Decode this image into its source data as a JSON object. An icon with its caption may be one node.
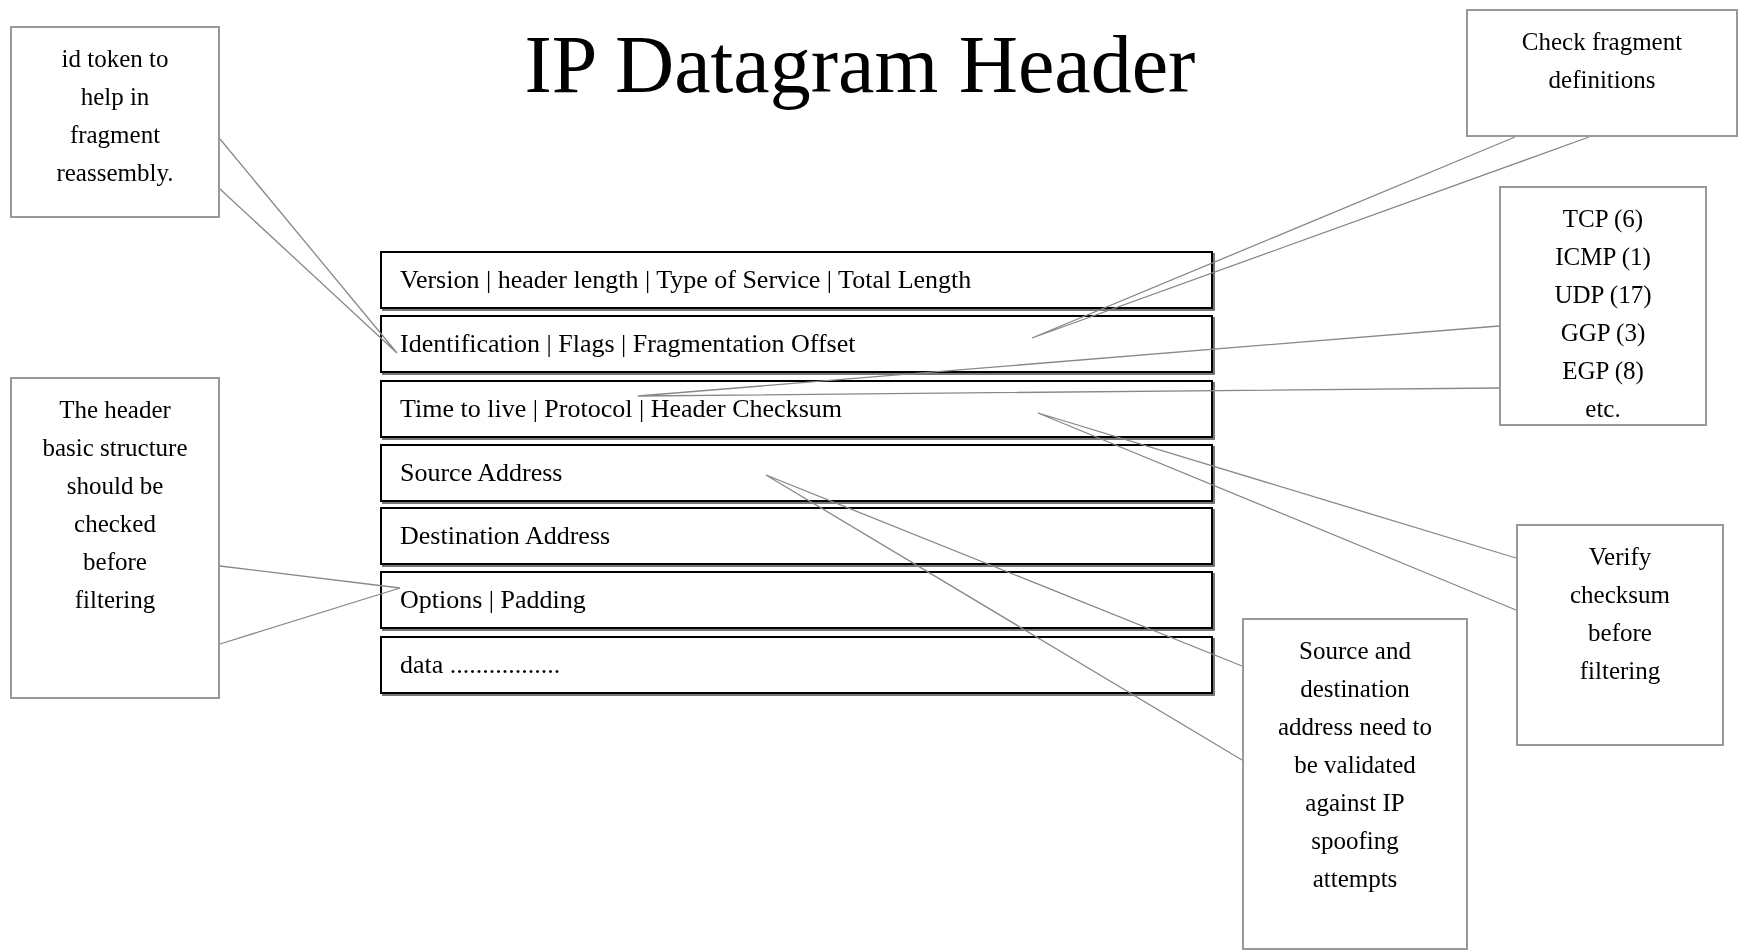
{
  "diagram": {
    "title": "IP Datagram Header",
    "nodes": [
      {
        "text": [
          "id token to help in fragment reassembly."
        ]
      },
      {
        "text": [
          "Check fragment definitions"
        ]
      },
      {
        "text": [
          "TCP (6)",
          "ICMP (1)",
          "UDP (17)",
          "GGP (3)",
          "EGP (8)",
          "etc."
        ]
      },
      {
        "text": [
          "Version | header length | Type of Service | Total Length"
        ]
      },
      {
        "text": [
          "Identification | Flags | Fragmentation Offset"
        ]
      },
      {
        "text": [
          "Time to live | Protocol | Header Checksum"
        ]
      },
      {
        "text": [
          "The header basic structure should be checked before filtering"
        ]
      },
      {
        "text": [
          "Source Address"
        ]
      },
      {
        "text": [
          "Verify checksum before filtering"
        ]
      },
      {
        "text": [
          "Destination Address"
        ]
      },
      {
        "text": [
          "Options | Padding"
        ]
      },
      {
        "text": [
          "data ................."
        ]
      },
      {
        "text": [
          "Source and destination address need to be validated against IP spoofing attempts"
        ]
      }
    ],
    "edges": [
      {
        "from": 0,
        "to": 4,
        "arrow": "none"
      },
      {
        "from": 1,
        "to": 4,
        "arrow": "none"
      },
      {
        "from": 2,
        "to": 5,
        "arrow": "none"
      },
      {
        "from": 8,
        "to": 5,
        "arrow": "none"
      },
      {
        "from": 12,
        "to": 7,
        "arrow": "none"
      },
      {
        "from": 6,
        "to": 10,
        "arrow": "none"
      }
    ]
  }
}
